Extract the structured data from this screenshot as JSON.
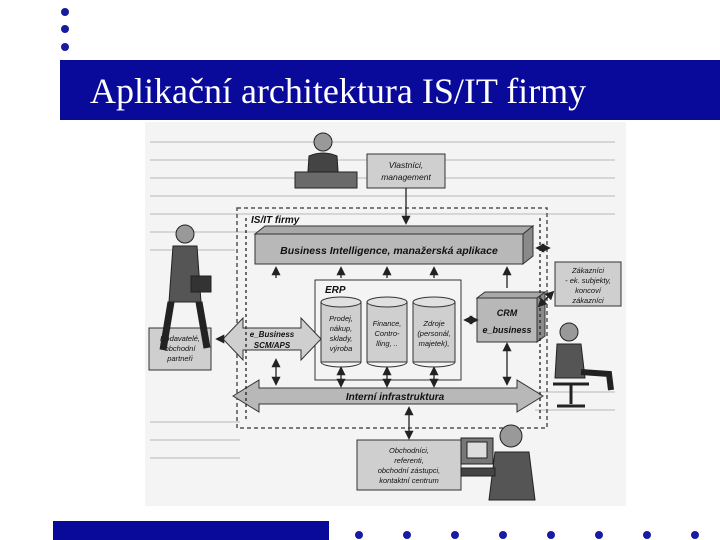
{
  "slide": {
    "title": "Aplikační architektura IS/IT firmy",
    "colors": {
      "accent": "#0a0a9a",
      "dots": "#1a1aa0",
      "box_fill": "#cfcfcf"
    }
  },
  "diagram": {
    "frame_label": "IS/IT firmy",
    "owners": [
      "Vlastníci,",
      "management"
    ],
    "bi": "Business Intelligence, manažerská aplikace",
    "customers": [
      "Zákazníci",
      "- ek. subjekty,",
      "koncoví",
      "zákazníci"
    ],
    "erp": "ERP",
    "modules": [
      {
        "lines": [
          "Prodej,",
          "nákup,",
          "sklady,",
          "výroba"
        ]
      },
      {
        "lines": [
          "Finance,",
          "Contro-",
          "lling, .."
        ]
      },
      {
        "lines": [
          "Zdroje",
          "(personál,",
          "majetek),"
        ]
      }
    ],
    "crm": [
      "CRM",
      "e_business"
    ],
    "suppliers": [
      "Dodavatelé,",
      "obchodní",
      "partneři"
    ],
    "ebusiness": [
      "e_Business",
      "SCM/APS"
    ],
    "infrastructure": "Interní infrastruktura",
    "sales": [
      "Obchodníci,",
      "referenti,",
      "obchodní zástupci,",
      "kontaktní centrum"
    ]
  }
}
